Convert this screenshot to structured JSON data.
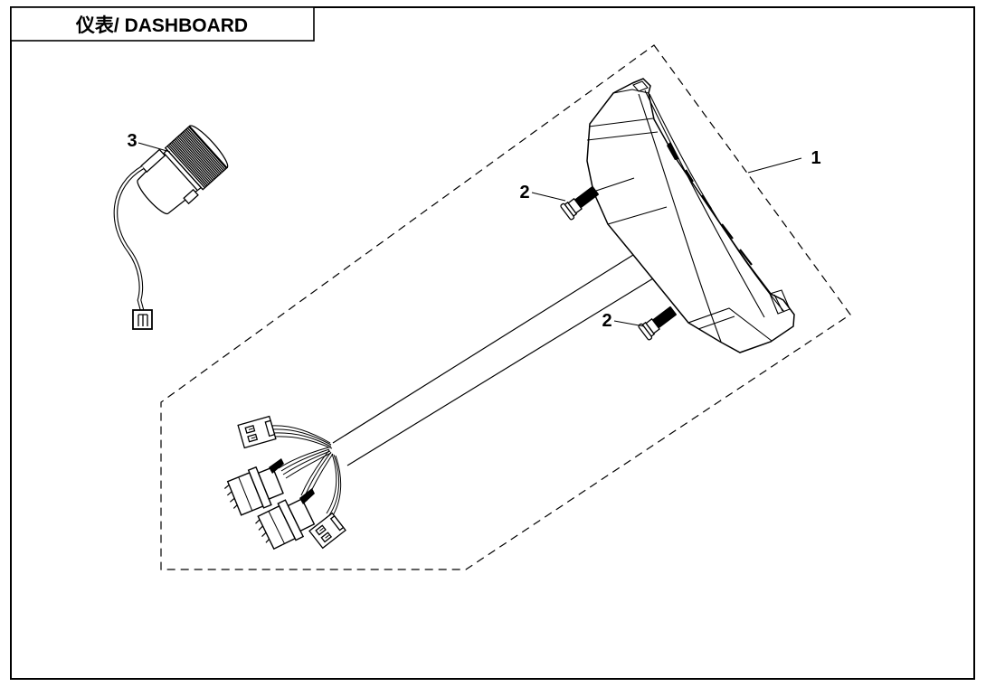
{
  "title": "仪表/ DASHBOARD",
  "callouts": {
    "part1": "1",
    "part2_upper": "2",
    "part2_lower": "2",
    "part3": "3"
  },
  "colors": {
    "line": "#000000",
    "background": "#ffffff"
  }
}
